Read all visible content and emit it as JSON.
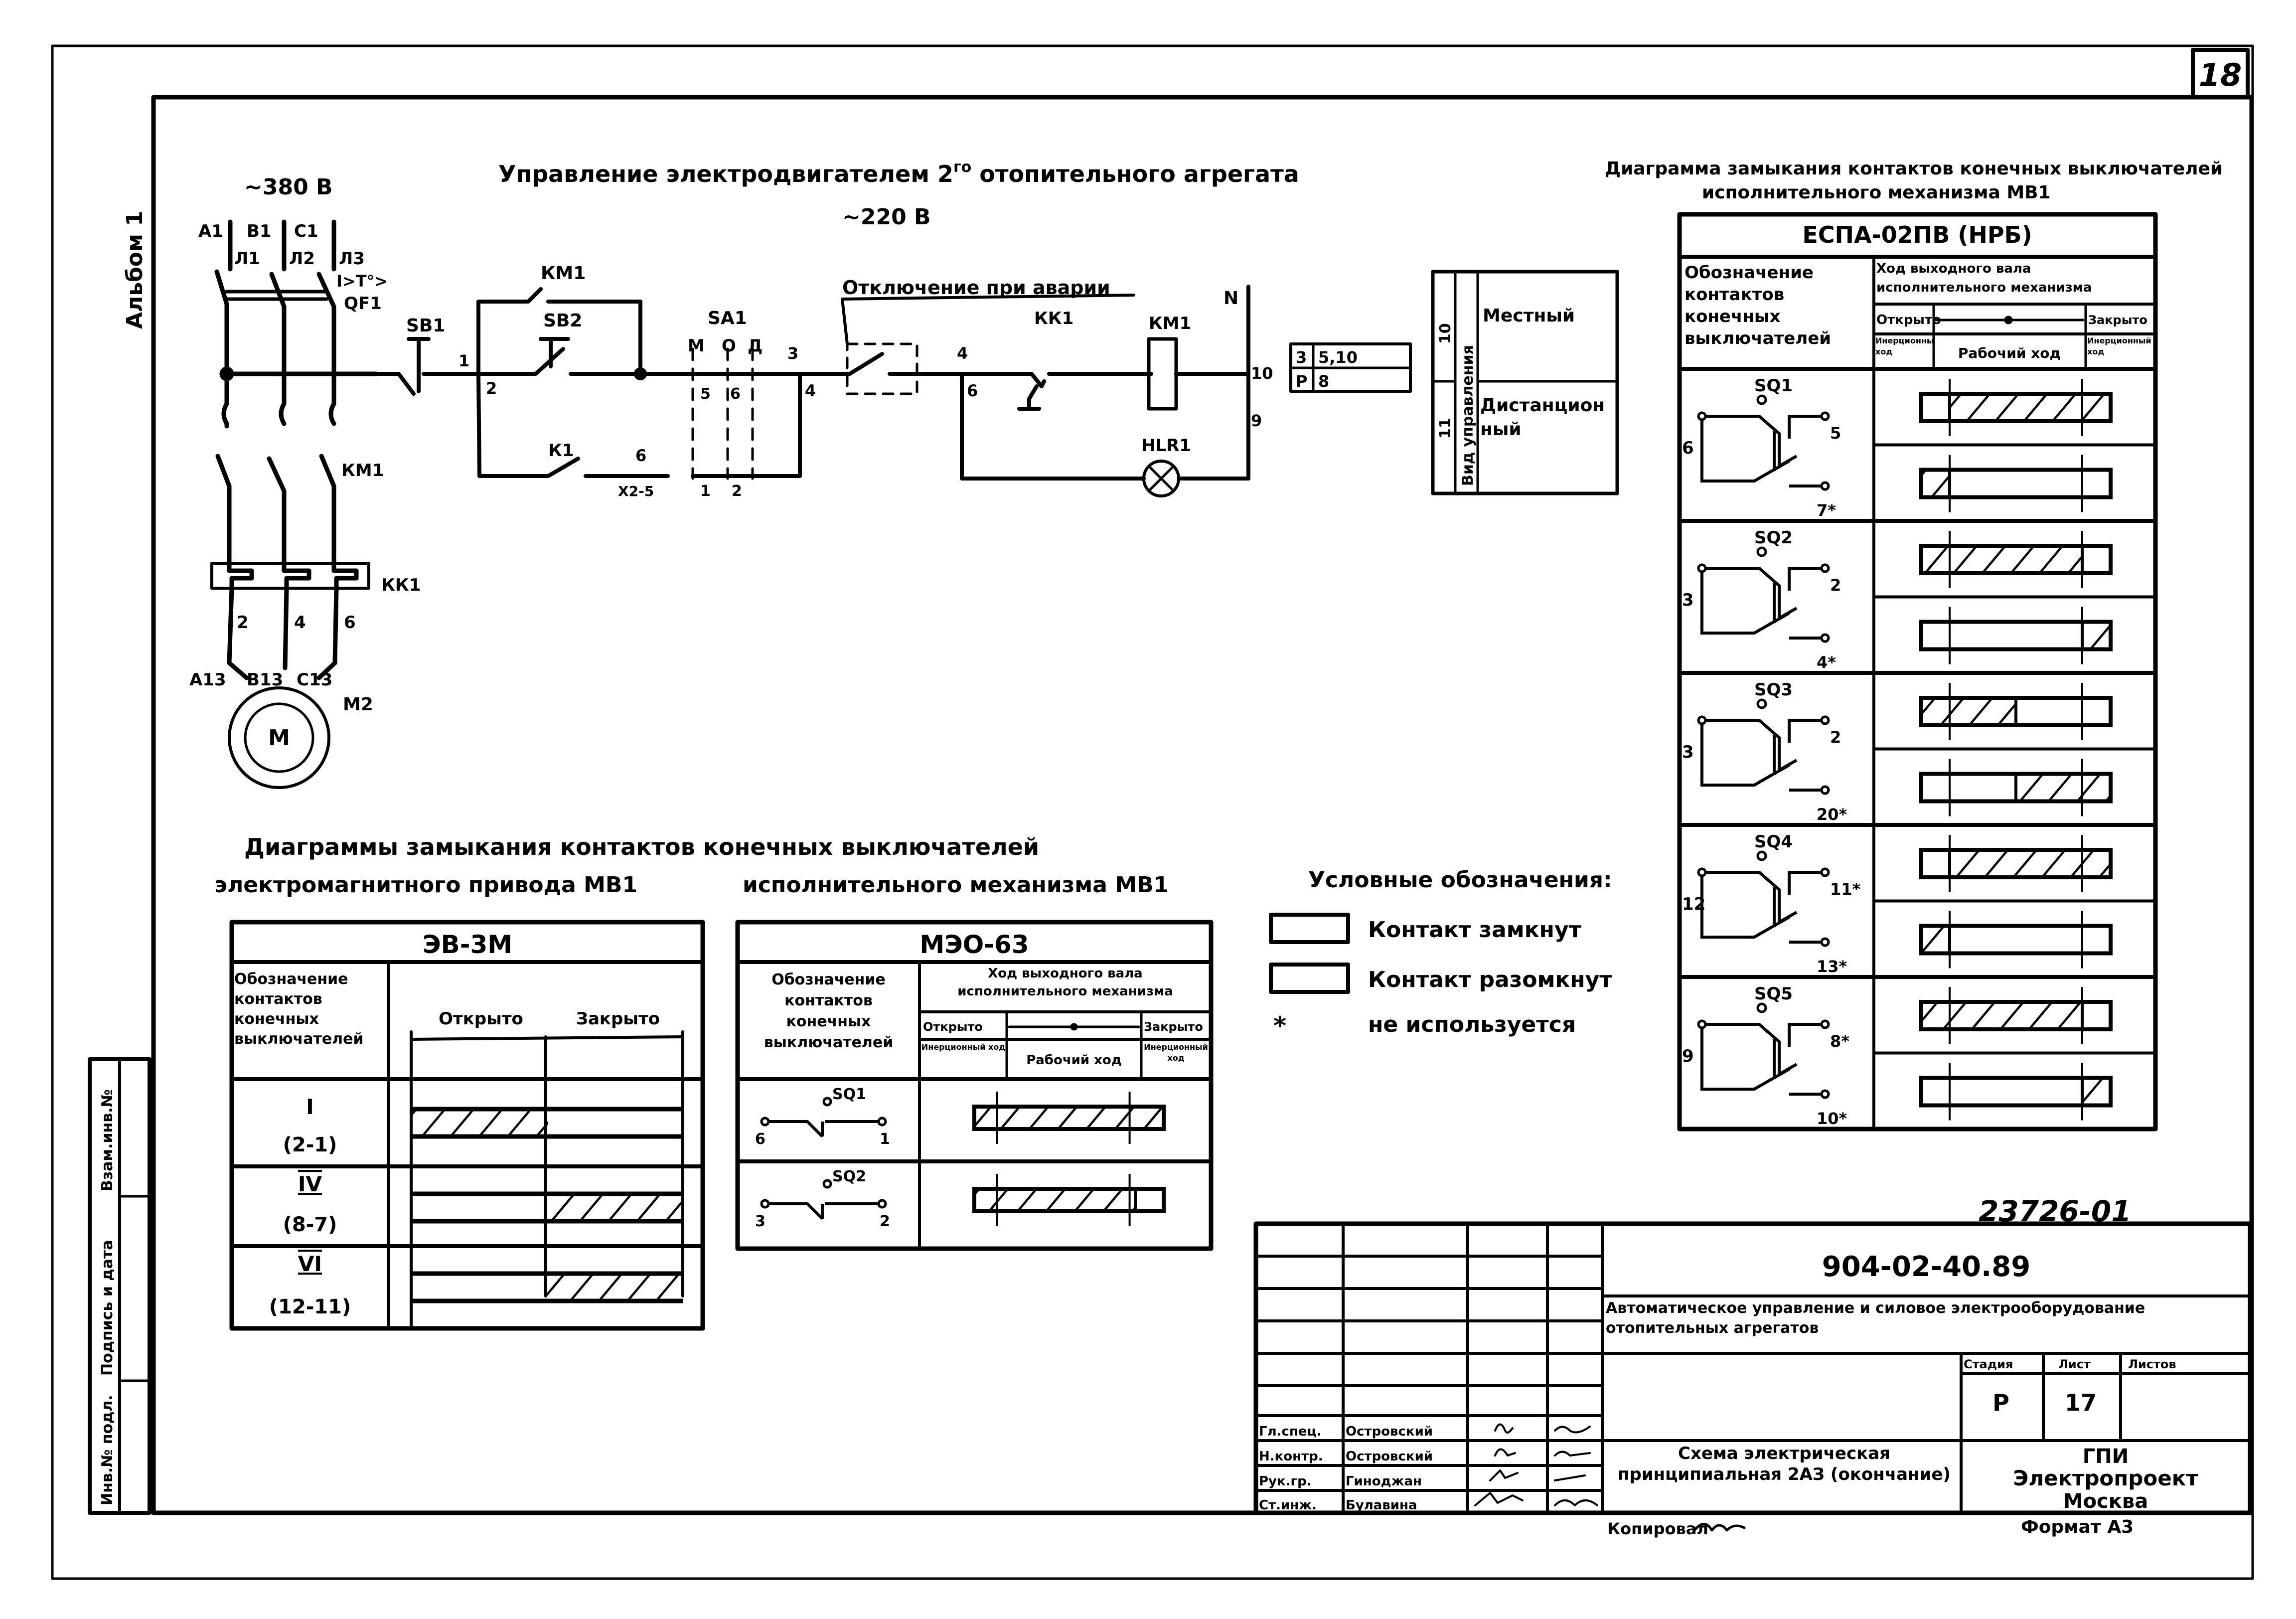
{
  "sheet": {
    "page_number": "18",
    "album_label": "Альбом 1",
    "doc_number_handwritten": "23726-01",
    "side_stamp_labels": [
      "Инв.№ подл.",
      "Подпись и дата",
      "Взам.инв.№"
    ]
  },
  "schematic": {
    "title": "Управление электродвигателем 2-го отопительного агрегата",
    "title_parts": {
      "prefix": "Управление электродвигателем 2",
      "superscript": "го",
      "suffix": " отопительного агрегата"
    },
    "voltage_power": "~380 В",
    "voltage_control": "~220 В",
    "emergency_label": "Отключение при аварии",
    "labels": {
      "phases_top": [
        "А1",
        "В1",
        "С1"
      ],
      "phases_wire": [
        "Л1",
        "Л2",
        "Л3"
      ],
      "breaker_rating": "I>T°>",
      "breaker": "QF1",
      "km_power": "КМ1",
      "overload": "КК1",
      "overload_terminals": [
        "2",
        "4",
        "6"
      ],
      "motor_terminals": [
        "А13",
        "В13",
        "С13"
      ],
      "motor_symbol": "М",
      "motor": "М2",
      "sb1": "SB1",
      "sb2": "SB2",
      "km_aux": "КМ1",
      "k1": "К1",
      "sa1": "SA1",
      "sa1_positions": [
        "М",
        "О",
        "Д"
      ],
      "sa1_contacts_top": [
        "5",
        "6"
      ],
      "sa1_contacts_bottom": [
        "1",
        "2"
      ],
      "terminal_x": "Х2-5",
      "km_coil": "КМ1",
      "kk_contact": "КК1",
      "lamp": "HLR1",
      "neutral": "N",
      "wire_numbers": [
        "1",
        "2",
        "3",
        "4",
        "4",
        "6",
        "6",
        "10",
        "9"
      ]
    },
    "contact_table": {
      "rows": [
        [
          "3",
          "5,10"
        ],
        [
          "Р",
          "8"
        ]
      ]
    },
    "control_mode_table": {
      "header": "Вид управления",
      "rows": [
        {
          "num": "10",
          "mode": "Местный"
        },
        {
          "num": "11",
          "mode": "Дистанционный"
        }
      ]
    }
  },
  "bottom_title": {
    "line1": "Диаграммы замыкания контактов конечных выключателей",
    "line2_left": "электромагнитного привода МВ1",
    "line2_right": "исполнительного механизма МВ1"
  },
  "table_ev3m": {
    "model": "ЭВ-3М",
    "col_designation": "Обозначение контактов конечных выключателей",
    "col_open": "Открыто",
    "col_closed": "Закрыто",
    "rows": [
      {
        "roman": "I",
        "pins": "(2-1)",
        "closed_in": "open"
      },
      {
        "roman": "IV",
        "pins": "(8-7)",
        "closed_in": "closed"
      },
      {
        "roman": "VI",
        "pins": "(12-11)",
        "closed_in": "closed"
      }
    ]
  },
  "table_meo63": {
    "model": "МЭО-63",
    "col_designation": "Обозначение контактов конечных выключателей",
    "col_travel": "Ход выходного вала исполнительного механизма",
    "open": "Открыто",
    "closed": "Закрыто",
    "inertia_left": "Инерционный ход",
    "working": "Рабочий ход",
    "inertia_right": "Инерционный ход",
    "rows": [
      {
        "name": "SQ1",
        "pins": [
          "6",
          "1"
        ],
        "closed_from": 0.0,
        "closed_to": 1.0
      },
      {
        "name": "SQ2",
        "pins": [
          "3",
          "2"
        ],
        "closed_from": 0.0,
        "closed_to": 0.85
      }
    ]
  },
  "legend": {
    "title": "Условные обозначения:",
    "closed": "Контакт замкнут",
    "open": "Контакт разомкнут",
    "star_symbol": "*",
    "unused": "не используется"
  },
  "table_espa": {
    "title_line1": "Диаграмма замыкания контактов конечных выключателей",
    "title_line2": "исполнительного механизма МВ1",
    "model": "ЕСПА-02ПВ (НРБ)",
    "col_designation": "Обозначение контактов конечных выключателей",
    "col_travel": "Ход выходного вала исполнительного механизма",
    "open": "Открыто",
    "closed": "Закрыто",
    "inertia_left": "Инерционный ход",
    "working": "Рабочий ход",
    "inertia_right": "Инерционный ход",
    "switches": [
      {
        "name": "SQ1",
        "common": "6",
        "contacts": [
          {
            "pin": "5",
            "from": 0.15,
            "to": 1.0
          },
          {
            "pin": "7*",
            "from": 0.0,
            "to": 0.15
          }
        ]
      },
      {
        "name": "SQ2",
        "common": "3",
        "contacts": [
          {
            "pin": "2",
            "from": 0.0,
            "to": 0.85
          },
          {
            "pin": "4*",
            "from": 0.85,
            "to": 1.0
          }
        ]
      },
      {
        "name": "SQ3",
        "common": "3",
        "contacts": [
          {
            "pin": "2",
            "from": 0.0,
            "to": 0.5
          },
          {
            "pin": "20*",
            "from": 0.5,
            "to": 1.0
          }
        ]
      },
      {
        "name": "SQ4",
        "common": "12",
        "contacts": [
          {
            "pin": "11*",
            "from": 0.15,
            "to": 1.0
          },
          {
            "pin": "13*",
            "from": 0.0,
            "to": 0.15
          }
        ]
      },
      {
        "name": "SQ5",
        "common": "9",
        "contacts": [
          {
            "pin": "8*",
            "from": 0.0,
            "to": 0.85
          },
          {
            "pin": "10*",
            "from": 0.85,
            "to": 1.0
          }
        ]
      }
    ]
  },
  "title_block": {
    "code": "904-02-40.89",
    "project_title": "Автоматическое управление и силовое электрооборудование отопительных агрегатов",
    "sheet_title": "Схема электрическая принципиальная 2АЗ (окончание)",
    "stage_label": "Стадия",
    "sheet_label": "Лист",
    "sheets_label": "Листов",
    "stage": "Р",
    "sheet": "17",
    "sheets": "",
    "org_line1": "ГПИ",
    "org_line2": "Электропроект",
    "org_line3": "Москва",
    "signatures": [
      {
        "role": "Гл.спец.",
        "name": "Островский"
      },
      {
        "role": "Н.контр.",
        "name": "Островский"
      },
      {
        "role": "Рук.гр.",
        "name": "Гиноджан"
      },
      {
        "role": "Ст.инж.",
        "name": "Булавина"
      }
    ],
    "copied_by": "Копировал",
    "format": "Формат А3"
  }
}
